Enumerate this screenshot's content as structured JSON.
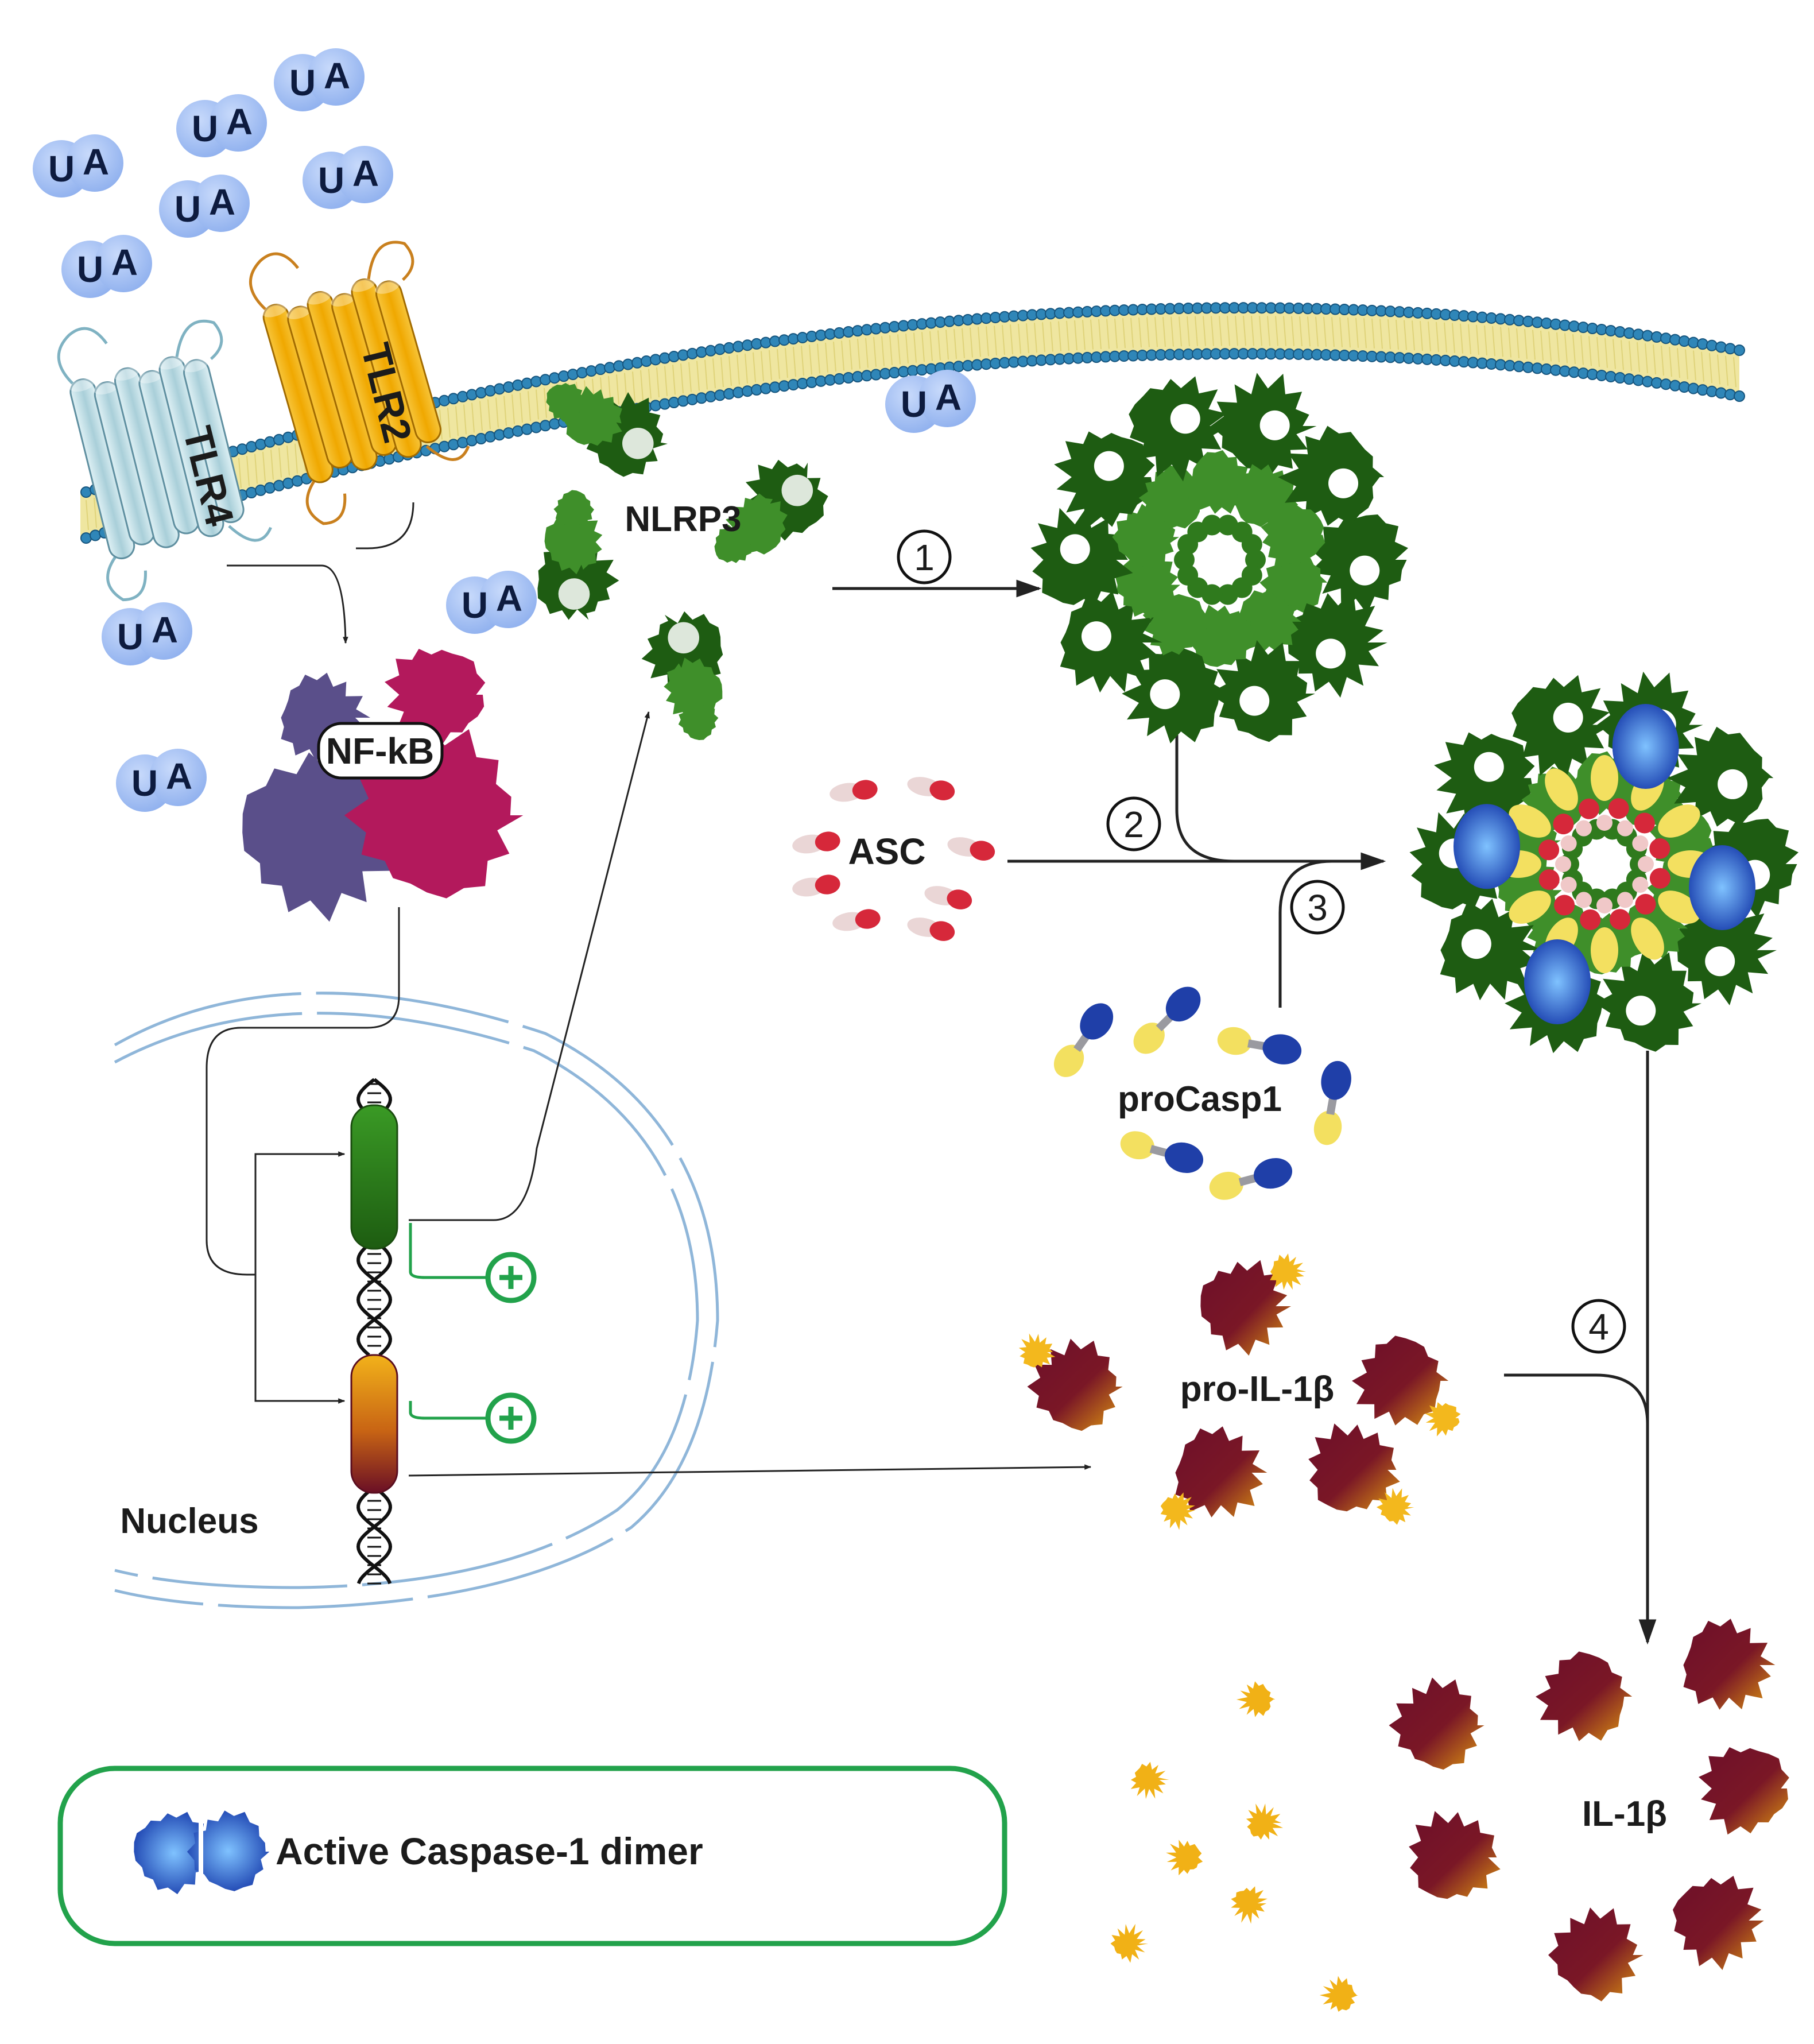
{
  "labels": {
    "tlr4": "TLR4",
    "tlr2": "TLR2",
    "nlrp3": "NLRP3",
    "nfkb": "NF-kB",
    "asc": "ASC",
    "procasp1": "proCasp1",
    "pro_il1b": "pro-IL-1β",
    "il1b": "IL-1β",
    "nucleus": "Nucleus",
    "ua": "UA"
  },
  "steps": [
    "1",
    "2",
    "3",
    "4"
  ],
  "legend": {
    "label": "Active Caspase-1 dimer"
  },
  "colors": {
    "ua_fill": "#a9c4f5",
    "membrane_head": "#2f86b8",
    "membrane_tail": "#efe6a0",
    "tlr4": "#bfe0e8",
    "tlr2": "#f2b410",
    "nlrp3_dark": "#1e5c12",
    "nlrp3_light": "#3f8f2a",
    "nfkb_left": "#5a4f8a",
    "nfkb_right": "#b3195c",
    "asc_red": "#d6283a",
    "casp_blue": "#1f3fa8",
    "casp_yellow": "#f3e060",
    "il1b_dark": "#6d0f2a",
    "il1b_light": "#d58a12",
    "nucleus_edge": "#8fb6d9",
    "plus_green": "#22a24b",
    "legend_border": "#22a24b",
    "arrow": "#222222"
  }
}
